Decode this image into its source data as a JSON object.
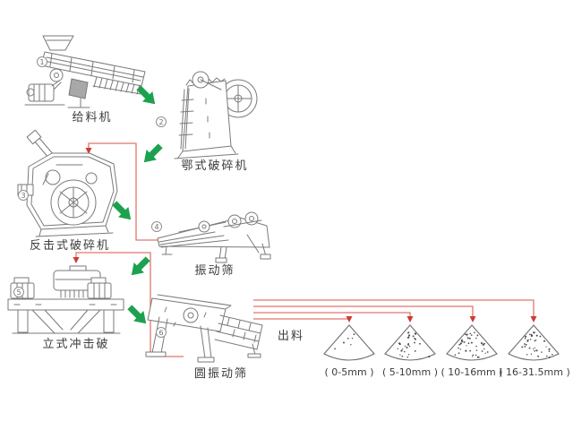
{
  "diagram": {
    "stages": [
      {
        "num": "1",
        "label": "给料机"
      },
      {
        "num": "2",
        "label": "鄂式破碎机"
      },
      {
        "num": "3",
        "label": "反击式破碎机"
      },
      {
        "num": "4",
        "label": "振动筛"
      },
      {
        "num": "5",
        "label": "立式冲击破"
      },
      {
        "num": "6",
        "label": "圆振动筛"
      }
    ],
    "discharge": {
      "label": "出料",
      "piles": [
        {
          "size_label": "( 0-5mm )",
          "dot_count": 6
        },
        {
          "size_label": "( 5-10mm )",
          "dot_count": 30
        },
        {
          "size_label": "( 10-16mm )",
          "dot_count": 44
        },
        {
          "size_label": "( 16-31.5mm )",
          "dot_count": 38
        }
      ]
    },
    "colors": {
      "flow_arrow_green": "#1ca24e",
      "flow_line_red": "#e0766d",
      "flow_arrowhead_red": "#cf3b33",
      "line_art_gray": "#7a7a7a",
      "label_text": "#3c3c3c",
      "background": "#ffffff"
    }
  }
}
